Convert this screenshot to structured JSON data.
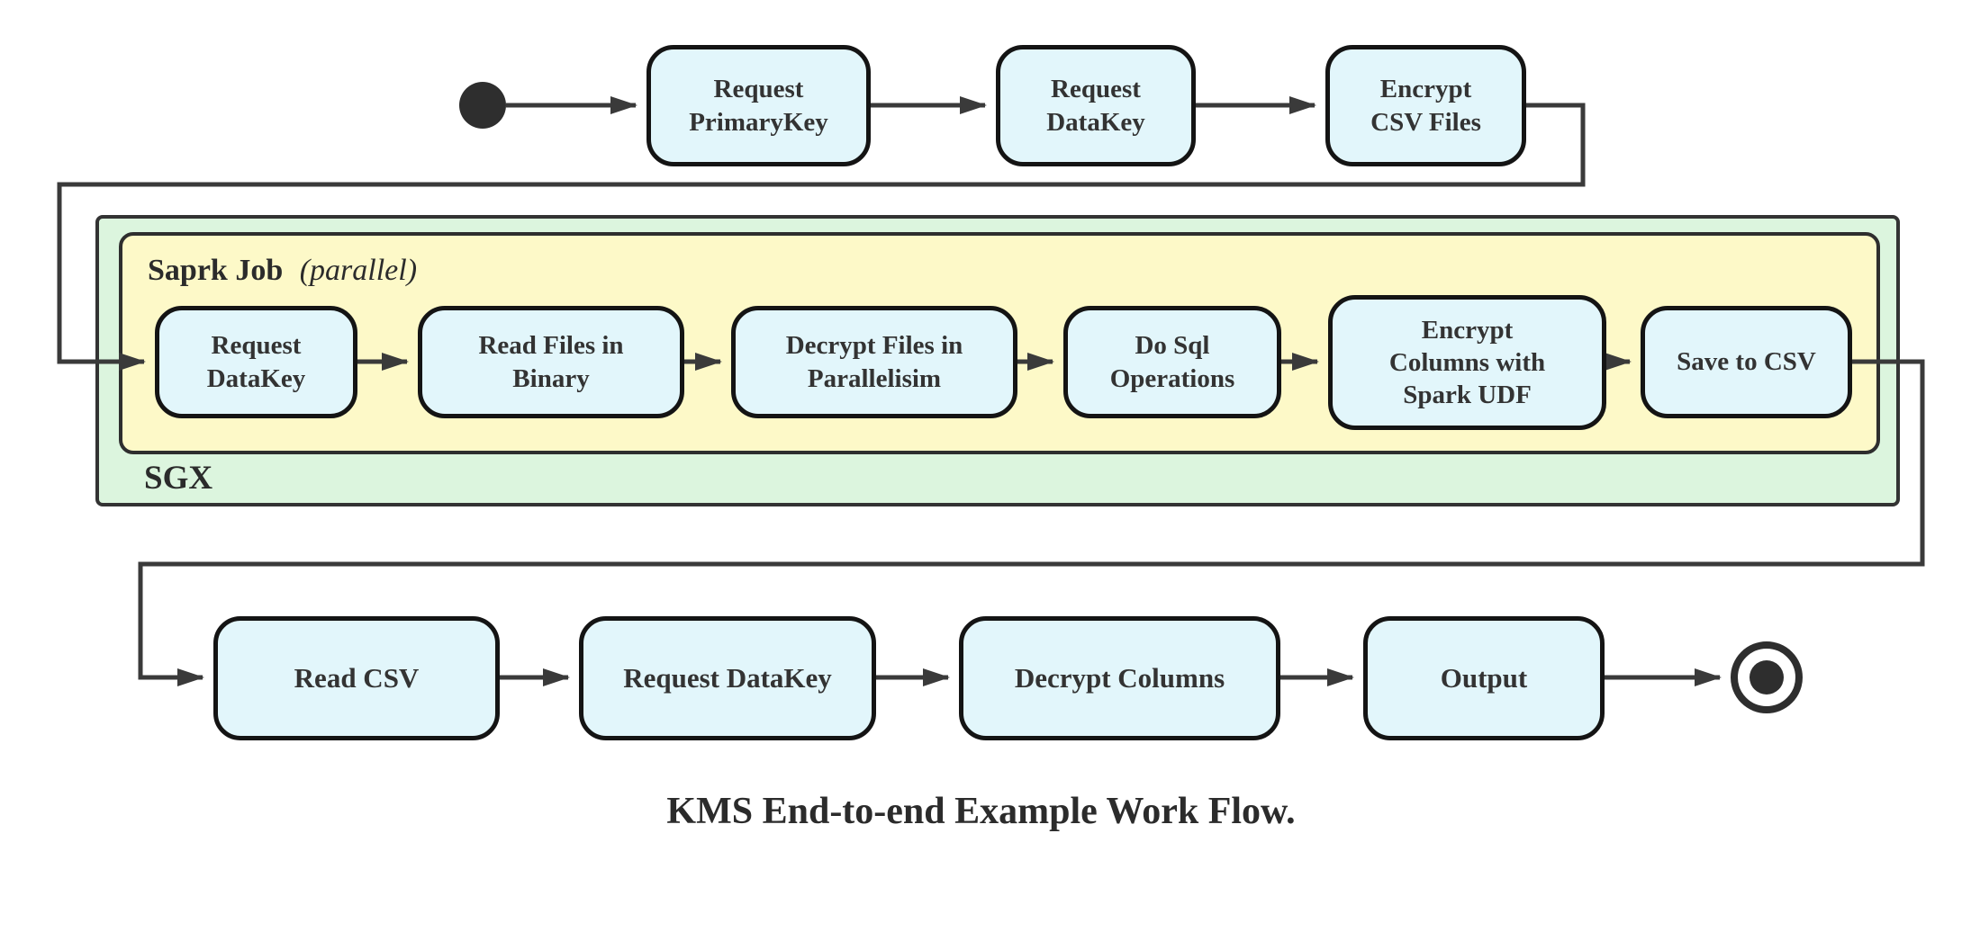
{
  "diagram": {
    "type": "activity-flowchart",
    "caption": "KMS End-to-end Example Work Flow.",
    "start_node": "initial-state",
    "end_node": "final-state",
    "top_row": {
      "nodes": [
        {
          "label": "Request\nPrimaryKey"
        },
        {
          "label": "Request\nDataKey"
        },
        {
          "label": "Encrypt\nCSV Files"
        }
      ]
    },
    "sgx_container": {
      "label": "SGX",
      "spark_container": {
        "label_bold": "Saprk Job",
        "label_italic": "(parallel)",
        "nodes": [
          {
            "label": "Request\nDataKey"
          },
          {
            "label": "Read Files in\nBinary"
          },
          {
            "label": "Decrypt Files in\nParallelisim"
          },
          {
            "label": "Do Sql\nOperations"
          },
          {
            "label": "Encrypt\nColumns with\nSpark UDF"
          },
          {
            "label": "Save to CSV"
          }
        ]
      }
    },
    "bottom_row": {
      "nodes": [
        {
          "label": "Read CSV"
        },
        {
          "label": "Request DataKey"
        },
        {
          "label": "Decrypt Columns"
        },
        {
          "label": "Output"
        }
      ]
    },
    "colors": {
      "node_fill": "#e2f6fb",
      "node_border": "#141414",
      "sgx_fill": "#dcf5de",
      "spark_fill": "#fdf9c8",
      "container_border": "#333333",
      "edge": "#3a3a3a",
      "text": "#333333"
    }
  }
}
